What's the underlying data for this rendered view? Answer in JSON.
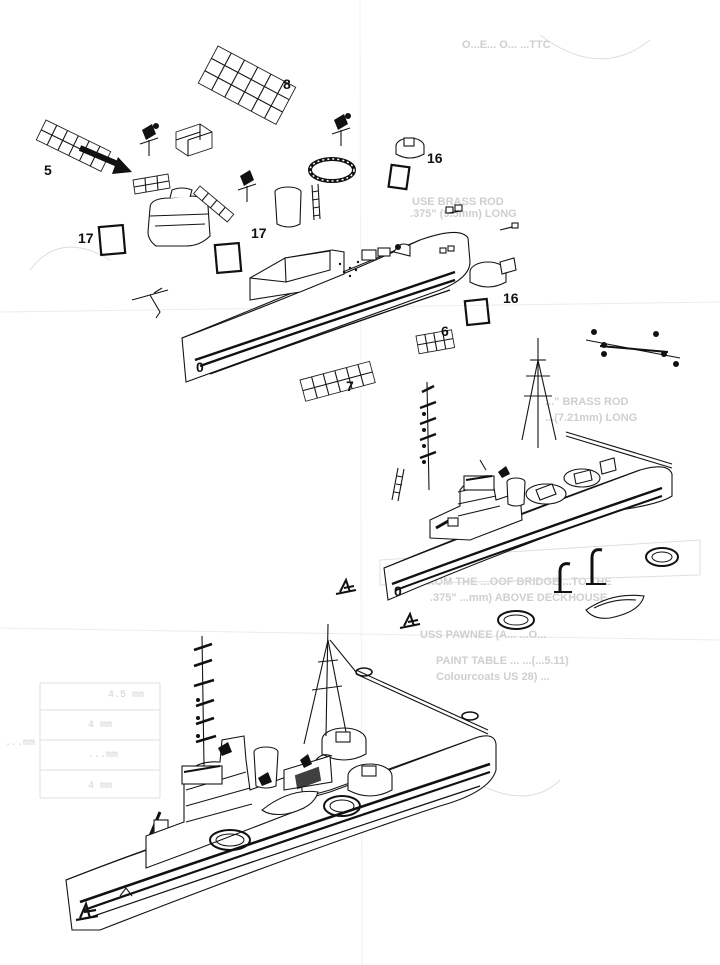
{
  "colors": {
    "ink": "#151515",
    "paper": "#ffffff",
    "bleed_through": "#cfcfcf"
  },
  "part_labels": {
    "p5": "5",
    "p6": "6",
    "p7": "7",
    "p8": "8",
    "p16a": "16",
    "p16b": "16",
    "p17a": "17",
    "p17b": "17"
  },
  "hull_numbers": {
    "top_hull": "0",
    "middle_hull": "0"
  },
  "bleed_through_text": [
    "O...E... O... ...TTC",
    "USE BRASS ROD",
    ".375\" (9.5mm) LONG",
    "...\" BRASS ROD",
    "...(7.21mm) LONG",
    "FROM THE ...OOF BRIDGE ...TO THE",
    ".375\" ...mm) ABOVE DECKHOUSE",
    "USS PAWNEE (A... ...O...",
    "PAINT TABLE ... ...(...5.11)",
    "Colourcoats US 28) ...",
    "4.5 mm",
    "4 mm",
    "...mm",
    "4 mm",
    "...mm"
  ],
  "icons": [
    "arrow-icon",
    "anchor-icon",
    "lifering-icon",
    "davit-icon",
    "searchlight-icon",
    "chock-icon"
  ]
}
